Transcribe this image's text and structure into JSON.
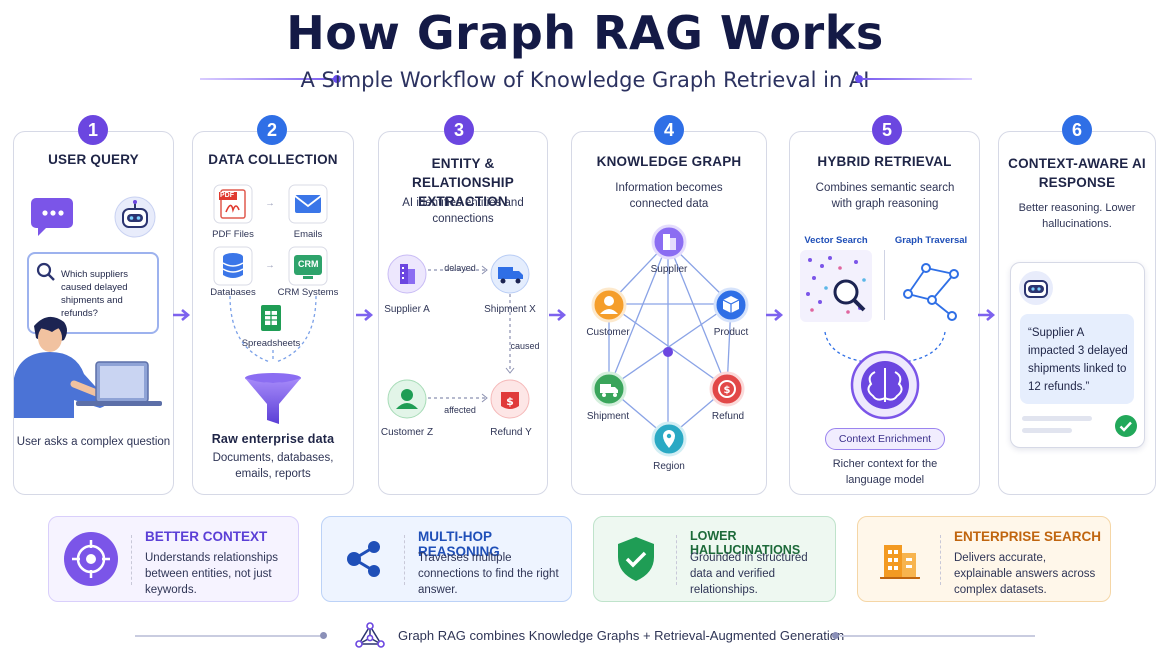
{
  "header": {
    "title": "How Graph RAG Works",
    "subtitle": "A Simple Workflow of Knowledge Graph Retrieval in AI"
  },
  "steps": [
    {
      "number": "1",
      "title": "USER QUERY",
      "query_text": "Which suppliers caused delayed shipments and refunds?",
      "caption": "User asks a complex question"
    },
    {
      "number": "2",
      "title": "DATA COLLECTION",
      "sources": [
        "PDF Files",
        "Emails",
        "Databases",
        "CRM Systems",
        "Spreadsheets"
      ],
      "pdf_label": "PDF",
      "crm_label": "CRM",
      "result_title": "Raw enterprise data",
      "caption": "Documents, databases, emails, reports"
    },
    {
      "number": "3",
      "title": "ENTITY & RELATIONSHIP EXTRACTION",
      "description": "AI identifies entities and connections",
      "entities": [
        "Supplier A",
        "Shipment X",
        "Customer Z",
        "Refund Y"
      ],
      "relations": [
        "delayed",
        "caused",
        "affected"
      ]
    },
    {
      "number": "4",
      "title": "KNOWLEDGE GRAPH",
      "description": "Information becomes connected data",
      "nodes": [
        "Supplier",
        "Customer",
        "Product",
        "Shipment",
        "Refund",
        "Region"
      ]
    },
    {
      "number": "5",
      "title": "HYBRID RETRIEVAL",
      "description": "Combines semantic search with graph reasoning",
      "methods": [
        "Vector Search",
        "Graph Traversal"
      ],
      "enrichment": "Context Enrichment",
      "caption": "Richer context for the language model"
    },
    {
      "number": "6",
      "title": "CONTEXT-AWARE AI RESPONSE",
      "description": "Better reasoning. Lower hallucinations.",
      "response": "“Supplier A impacted 3 delayed shipments linked to 12 refunds.”"
    }
  ],
  "features": [
    {
      "title": "BETTER CONTEXT",
      "text": "Understands relationships between entities, not just keywords.",
      "color": "#5b3fd6"
    },
    {
      "title": "MULTI-HOP REASONING",
      "text": "Traverses multiple connections to find the right answer.",
      "color": "#1f4fb8"
    },
    {
      "title": "LOWER HALLUCINATIONS",
      "text": "Grounded in structured data and verified relationships.",
      "color": "#1d6a3a"
    },
    {
      "title": "ENTERPRISE SEARCH",
      "text": "Delivers accurate, explainable answers across complex datasets.",
      "color": "#c0650f"
    }
  ],
  "footer": {
    "text": "Graph RAG combines Knowledge Graphs + Retrieval-Augmented Generation"
  },
  "colors": {
    "accent_purple": "#6b46e0",
    "accent_blue": "#2f6fe6",
    "title_navy": "#141a46"
  }
}
